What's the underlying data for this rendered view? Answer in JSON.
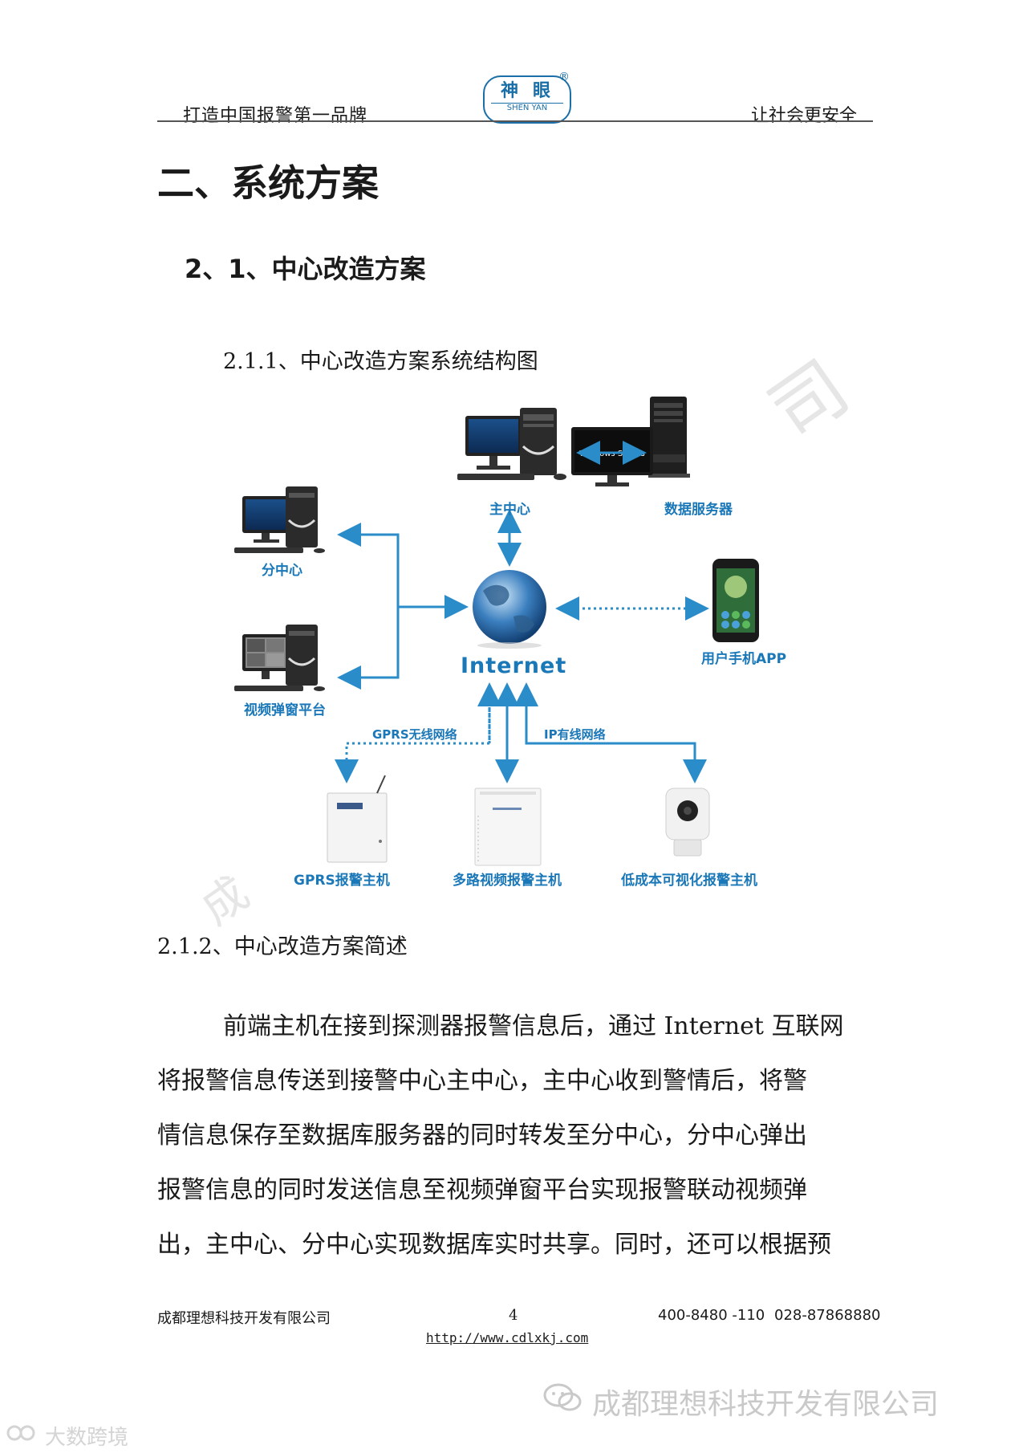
{
  "header": {
    "left_slogan": "打造中国报警第一品牌",
    "right_slogan": "让社会更安全",
    "logo_cn": "神眼",
    "logo_en": "SHEN YAN",
    "logo_reg": "®"
  },
  "headings": {
    "h1": "二、系统方案",
    "h2": "2、1、中心改造方案",
    "h3_diagram": "2.1.1、中心改造方案系统结构图",
    "h3_summary": "2.1.2、中心改造方案简述"
  },
  "diagram": {
    "main_center": "主中心",
    "data_server": "数据服务器",
    "server_screen_text": "Windows Severs",
    "sub_center": "分中心",
    "video_popup": "视频弹窗平台",
    "internet": "Internet",
    "user_app": "用户手机APP",
    "gprs_network": "GPRS无线网络",
    "ip_network": "IP有线网络",
    "gprs_host": "GPRS报警主机",
    "multi_video_host": "多路视频报警主机",
    "lowcost_host": "低成本可视化报警主机",
    "colors": {
      "accent": "#1b78b8",
      "arrow": "#2a8cc8"
    }
  },
  "paragraph": {
    "lines": [
      "前端主机在接到探测器报警信息后，通过 Internet 互联网",
      "将报警信息传送到接警中心主中心，主中心收到警情后，将警",
      "情信息保存至数据库服务器的同时转发至分中心，分中心弹出",
      "报警信息的同时发送信息至视频弹窗平台实现报警联动视频弹",
      "出，主中心、分中心实现数据库实时共享。同时，还可以根据预"
    ]
  },
  "footer": {
    "company": "成都理想科技开发有限公司",
    "page": "4",
    "phone1": "400-8480 -110",
    "phone2": "028-87868880",
    "url": "http://www.cdlxkj.com"
  },
  "watermarks": {
    "bottom_account": "成都理想科技开发有限公司",
    "corner_brand": "大数跨境",
    "diagonal_top": "司",
    "diagonal_bottom": "成"
  }
}
